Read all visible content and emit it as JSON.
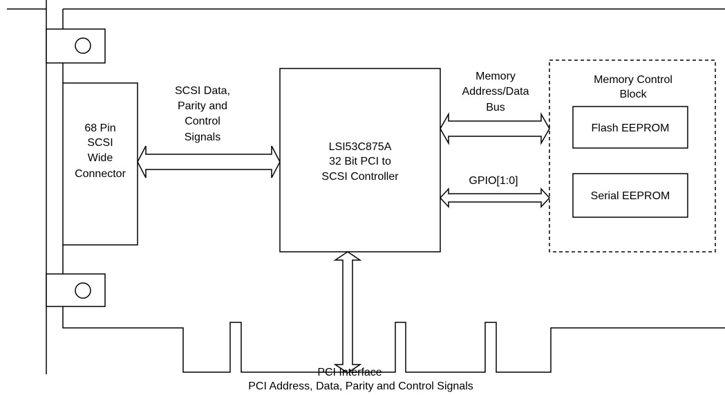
{
  "connector": {
    "lines": [
      "68 Pin",
      "SCSI",
      "Wide",
      "Connector"
    ]
  },
  "scsi_signals": {
    "lines": [
      "SCSI Data,",
      "Parity and",
      "Control",
      "Signals"
    ]
  },
  "controller": {
    "lines": [
      "LSI53C875A",
      "32 Bit PCI to",
      "SCSI Controller"
    ]
  },
  "memory_bus": {
    "lines": [
      "Memory",
      "Address/Data",
      "Bus"
    ]
  },
  "gpio": {
    "label": "GPIO[1:0]"
  },
  "memory_control_block": {
    "lines": [
      "Memory Control",
      "Block"
    ],
    "flash": "Flash EEPROM",
    "serial": "Serial EEPROM"
  },
  "pci": {
    "interface_label": "PCI Interface",
    "signals_label": "PCI Address, Data, Parity and Control Signals"
  }
}
